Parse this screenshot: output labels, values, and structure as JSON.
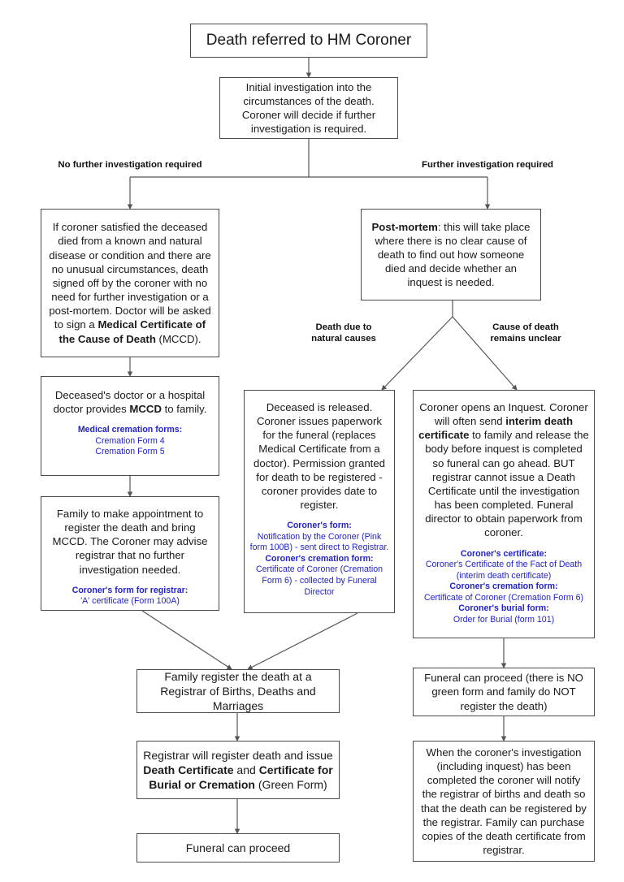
{
  "diagram": {
    "title": "Death referred to HM Coroner flowchart",
    "accent_blue": "#2222cc",
    "text_color": "#1a1a1a",
    "border_color": "#4a4a4a",
    "background": "#ffffff"
  },
  "nodes": {
    "start": {
      "text": "Death referred to HM Coroner"
    },
    "initial_investigation": {
      "text": "Initial investigation into the circumstances of the death. Coroner will decide if further investigation is required."
    },
    "no_further": {
      "line1": "If coroner satisfied the deceased died from a known and natural disease or condition and there are no unusual circumstances, death signed off by the coroner with no need for further investigation or a post-mortem. Doctor will be asked to sign a ",
      "bold": "Medical Certificate of the Cause of Death",
      "line2": " (MCCD)."
    },
    "post_mortem": {
      "bold": "Post-mortem",
      "text": ": this will take place where there is no clear cause of death to find out how someone died and decide whether an inquest is needed."
    },
    "doctor_provides_mccd": {
      "line1": "Deceased's doctor or a hospital doctor provides ",
      "bold": "MCCD",
      "line2": " to family.",
      "blue_heading": "Medical cremation forms:",
      "blue_items": [
        "Cremation Form 4",
        "Cremation Form 5"
      ]
    },
    "family_appointment": {
      "text": "Family to make appointment to register the death and bring MCCD. The Coroner may advise registrar that no further investigation needed.",
      "blue_heading": "Coroner's form for registrar:",
      "blue_items": [
        "'A' certificate (Form 100A)"
      ]
    },
    "deceased_released": {
      "text": "Deceased is released. Coroner issues paperwork for the funeral (replaces Medical Certificate from a doctor). Permission granted for death to be registered - coroner provides date to register.",
      "blue_blocks": [
        {
          "heading": "Coroner's form:",
          "lines": [
            "Notification by the Coroner (Pink form 100B) - sent direct to Registrar."
          ]
        },
        {
          "heading": "Coroner's cremation form:",
          "lines": [
            "Certificate of Coroner (Cremation Form 6) - collected by Funeral Director"
          ]
        }
      ]
    },
    "coroner_inquest": {
      "line1": "Coroner opens an Inquest. Coroner will often send ",
      "bold": "interim death certificate",
      "line2": " to family and release the body before inquest is completed so funeral can go ahead. BUT registrar cannot issue a Death Certificate until the investigation has been completed. Funeral director to obtain paperwork from coroner.",
      "blue_blocks": [
        {
          "heading": "Coroner's certificate:",
          "lines": [
            "Coroner's Certificate of the Fact of Death",
            "(interim death certificate)"
          ]
        },
        {
          "heading": "Coroner's cremation form:",
          "lines": [
            "Certificate of Coroner (Cremation Form 6)"
          ]
        },
        {
          "heading": "Coroner's burial form:",
          "lines": [
            "Order for Burial (form 101)"
          ]
        }
      ]
    },
    "family_register": {
      "text": "Family register the death at a Registrar of Births, Deaths and Marriages"
    },
    "registrar_issues": {
      "line1": "Registrar will register death and issue ",
      "bold1": "Death Certificate",
      "mid": " and ",
      "bold2": "Certificate for Burial or Cremation",
      "line2": " (Green Form)"
    },
    "funeral_proceed": {
      "text": "Funeral can proceed"
    },
    "funeral_proceed_no_green": {
      "text": "Funeral can proceed (there is NO green form and family do NOT register the death)"
    },
    "coroner_notify_registrar": {
      "text": "When the coroner's investigation (including inquest) has been completed the coroner will notify the registrar of births and death so that the death can be registered by the registrar. Family can purchase copies of the death certificate from registrar."
    }
  },
  "edge_labels": {
    "no_further_investigation": "No further investigation required",
    "further_investigation": "Further investigation required",
    "natural_causes": "Death due to\nnatural causes",
    "cause_unclear": "Cause of death\nremains unclear"
  }
}
